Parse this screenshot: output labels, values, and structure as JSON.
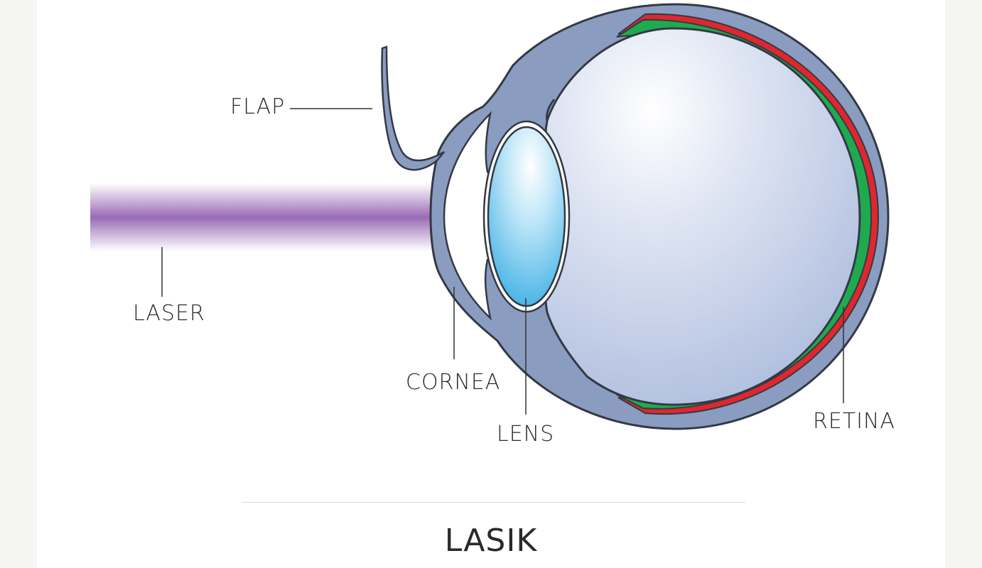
{
  "diagram": {
    "title": "LASIK",
    "labels": {
      "flap": "FLAP",
      "laser": "LASER",
      "cornea": "CORNEA",
      "lens": "LENS",
      "retina": "RETINA"
    },
    "colors": {
      "sclera": "#8b9cc1",
      "outline": "#333a45",
      "retina_green": "#1faa4f",
      "retina_red": "#e0262e",
      "laser": "#9a6bb5",
      "lens": "#3fb3e6",
      "vitreous": "#c9d4ec"
    }
  }
}
